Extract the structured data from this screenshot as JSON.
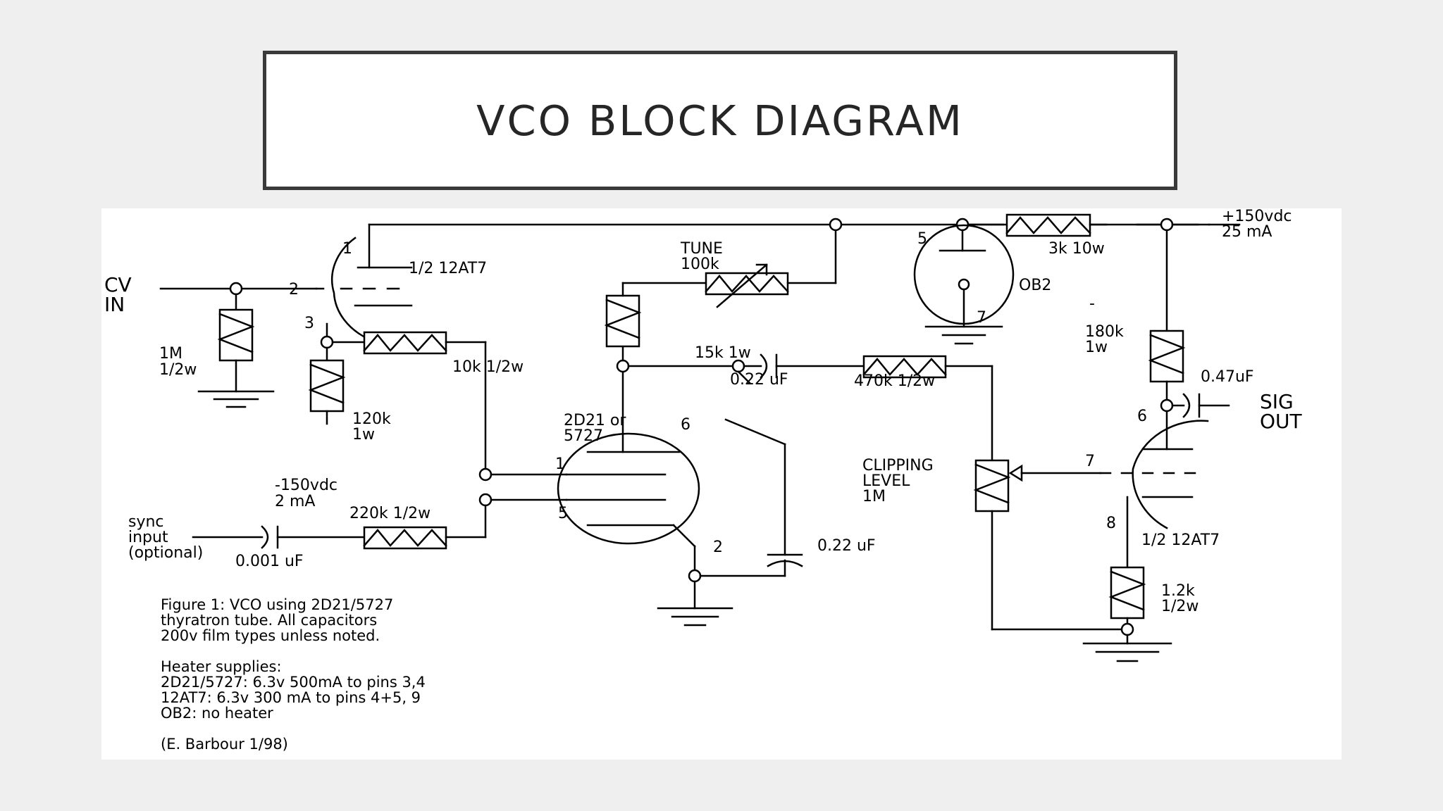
{
  "slide": {
    "title": "VCO BLOCK DIAGRAM"
  },
  "schematic": {
    "labels": {
      "cv_in_1": "CV",
      "cv_in_2": "IN",
      "pin_1": "1",
      "pin_2": "2",
      "pin_3": "3",
      "tube1": "1/2 12AT7",
      "r1m_1": "1M",
      "r1m_2": "1/2w",
      "r10k": "10k 1/2w",
      "r120k_1": "120k",
      "r120k_2": "1w",
      "neg150_1": "-150vdc",
      "neg150_2": "2 mA",
      "sync_1": "sync",
      "sync_2": "input",
      "sync_3": "(optional)",
      "c001": "0.001 uF",
      "r220k": "220k 1/2w",
      "tune_1": "TUNE",
      "tune_2": "100k",
      "r15k": "15k 1w",
      "thy_1": "2D21 or",
      "thy_2": "5727",
      "pin_6a": "6",
      "pin_1b": "1",
      "pin_5b": "5",
      "pin_2b": "2",
      "c022a": "0.22 uF",
      "c022b": "0.22 uF",
      "r470k": "470k 1/2w",
      "clip_1": "CLIPPING",
      "clip_2": "LEVEL",
      "clip_3": "1M",
      "pin_5c": "5",
      "ob2": "OB2",
      "pin_7c": "7",
      "r3k": "3k 10w",
      "supply_1": "+150vdc",
      "supply_2": "25 mA",
      "dash": "-",
      "r180k_1": "180k",
      "r180k_2": "1w",
      "c047": "0.47uF",
      "sig_1": "SIG",
      "sig_2": "OUT",
      "pin_6d": "6",
      "pin_7d": "7",
      "pin_8d": "8",
      "tube2": "1/2 12AT7",
      "r12k_1": "1.2k",
      "r12k_2": "1/2w"
    },
    "notes": [
      "Figure 1: VCO using 2D21/5727",
      "thyratron tube. All capacitors",
      "200v film types unless noted.",
      "Heater supplies:",
      "2D21/5727: 6.3v 500mA to pins 3,4",
      "12AT7: 6.3v 300 mA to pins 4+5, 9",
      "OB2: no heater",
      "(E. Barbour 1/98)"
    ]
  }
}
